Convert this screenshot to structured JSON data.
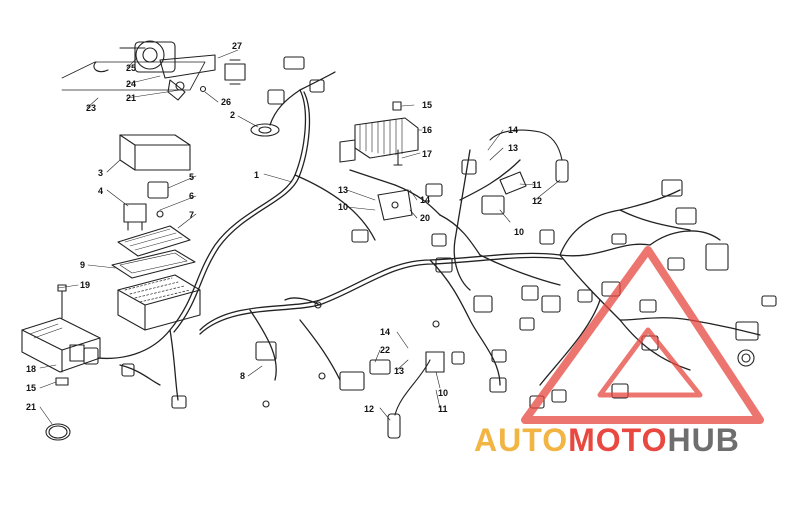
{
  "diagram": {
    "callouts": [
      "1",
      "2",
      "3",
      "4",
      "5",
      "6",
      "7",
      "8",
      "9",
      "10",
      "10",
      "10",
      "11",
      "11",
      "12",
      "12",
      "13",
      "13",
      "13",
      "14",
      "14",
      "14",
      "15",
      "15",
      "16",
      "17",
      "18",
      "19",
      "20",
      "21",
      "21",
      "22",
      "23",
      "24",
      "25",
      "26",
      "27"
    ]
  },
  "watermark": {
    "part1": "AUTO",
    "part2": "MOTO",
    "part3": "HUB",
    "colors": {
      "auto": "#f2b544",
      "moto": "#e8483f",
      "hub": "#6e6e6e",
      "triangle": "#e8483f"
    }
  }
}
